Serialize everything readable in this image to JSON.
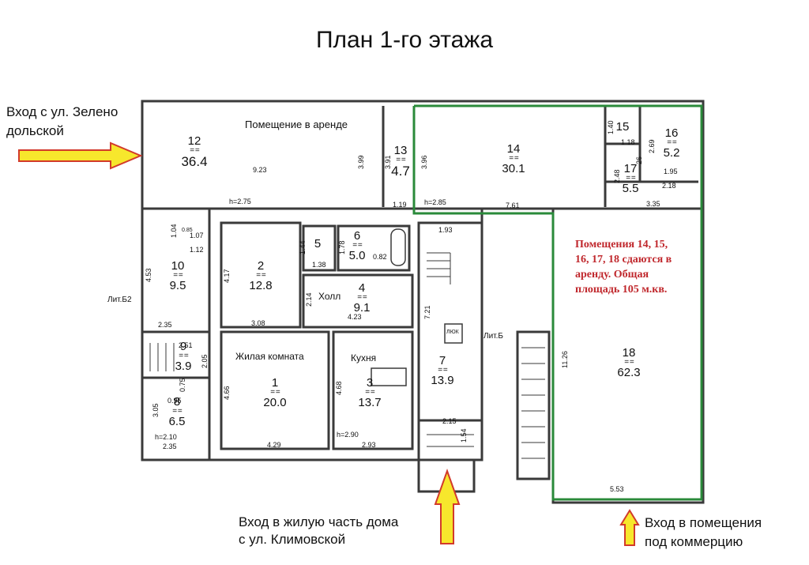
{
  "title": "План 1-го этажа",
  "entrance_left": {
    "line1": "Вход с ул. Зелено",
    "line2": "дольской"
  },
  "entrance_bottom": {
    "line1": "Вход в жилую часть дома",
    "line2": "с ул. Климовской"
  },
  "entrance_right": {
    "line1": "Вход в помещения",
    "line2": "под коммерцию"
  },
  "rent_label": "Помещение в аренде",
  "note": {
    "line1": "Помещения 14, 15,",
    "line2": "16, 17, 18 сдаются в",
    "line3": "аренду. Общая",
    "line4": "площадь 105 м.кв."
  },
  "room_labels": {
    "living": "Жилая комната",
    "kitchen": "Кухня",
    "hall": "Холл"
  },
  "lit_b2": "Лит.Б2",
  "lit_b": "Лит.Б",
  "hatch": "ЛЮК",
  "eq": "= =",
  "rooms": [
    {
      "num": "12",
      "area": "36.4"
    },
    {
      "num": "13",
      "area": "4.7"
    },
    {
      "num": "14",
      "area": "30.1"
    },
    {
      "num": "15",
      "area": ""
    },
    {
      "num": "16",
      "area": "5.2"
    },
    {
      "num": "17",
      "area": "5.5"
    },
    {
      "num": "10",
      "area": "9.5"
    },
    {
      "num": "2",
      "area": "12.8"
    },
    {
      "num": "5",
      "area": ""
    },
    {
      "num": "6",
      "area": "5.0"
    },
    {
      "num": "4",
      "area": "9.1"
    },
    {
      "num": "1",
      "area": "20.0"
    },
    {
      "num": "3",
      "area": "13.7"
    },
    {
      "num": "7",
      "area": "13.9"
    },
    {
      "num": "9",
      "area": "3.9"
    },
    {
      "num": "8",
      "area": "6.5"
    },
    {
      "num": "18",
      "area": "62.3"
    }
  ],
  "dims": {
    "d923": "9.23",
    "d399": "3.99",
    "h275": "h=2.75",
    "d391": "3.91",
    "d119": "1.19",
    "d396": "3.96",
    "h285": "h=2.85",
    "d761": "7.61",
    "d140": "1.40",
    "d118": "1.18",
    "d269": "2.69",
    "d26": "26",
    "d195": "1.95",
    "d218": "2.18",
    "d248": "2.48",
    "d335": "3.35",
    "d104": "1.04",
    "d107": "1.07",
    "d112": "1.12",
    "d453": "4.53",
    "d235a": "2.35",
    "d417": "4.17",
    "d308": "3.08",
    "d214": "2.14",
    "d144": "1.44",
    "d138": "1.38",
    "d178": "1.78",
    "d082": "0.82",
    "d423": "4.23",
    "d193": "1.93",
    "d721": "7.21",
    "d466": "4.66",
    "d429": "4.29",
    "d468": "4.68",
    "h290": "h=2.90",
    "d293": "2.93",
    "d215": "2.15",
    "d154": "1.54",
    "d251": "2.51",
    "d205": "2.05",
    "d075": "0.75",
    "d095": "0.95",
    "d305": "3.05",
    "h210": "h=2.10",
    "d235b": "2.35",
    "d1126": "11.26",
    "d553": "5.53",
    "d085": "0.85"
  }
}
